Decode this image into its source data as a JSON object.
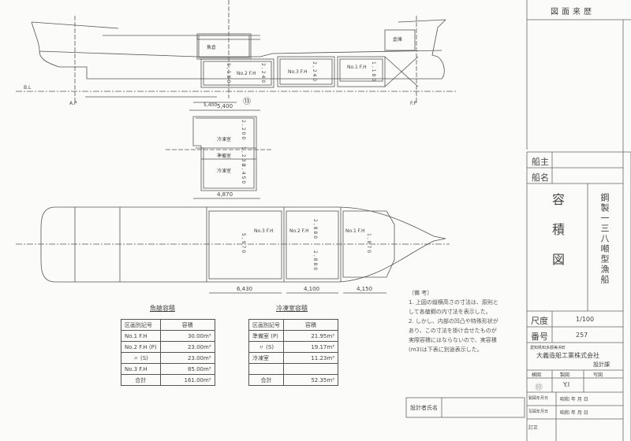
{
  "revision_block": {
    "title": "図面来歴"
  },
  "profile": {
    "labels": {
      "upper_room": "魚倉",
      "fore_store": "倉庫",
      "hold2": "No.2 F.H",
      "hold1": "No.1 F.H",
      "hold3": "No.3 F.H"
    },
    "dims": [
      "1,180",
      "2,240",
      "2,240",
      "1,180"
    ],
    "frame_span": "5,400",
    "section_mark": "⑬",
    "markers": {
      "ap": "A.P",
      "fp": "F.P",
      "bl": "B.L"
    }
  },
  "section": {
    "top_width": "5,400",
    "bottom_width": "4,870",
    "heights": [
      "2,200",
      "1,230",
      "2,450"
    ],
    "labels": [
      "冷凍室",
      "準備室",
      "冷凍室"
    ]
  },
  "plan": {
    "labels": [
      "No.3 F.H",
      "No.2 F.H",
      "No.1 F.H"
    ],
    "dims": [
      "5,970",
      "2,880",
      "2,880",
      "1,870"
    ],
    "spans": [
      "6,430",
      "4,100",
      "4,150"
    ]
  },
  "fish_hold_table": {
    "title": "魚艙容積",
    "headers": [
      "区画別記号",
      "容積"
    ],
    "rows": [
      [
        "No.1 F.H",
        "30.00m³"
      ],
      [
        "No.2 F.H (P)",
        "23.00m³"
      ],
      [
        "〃 (S)",
        "23.00m³"
      ],
      [
        "No.3 F.H",
        "85.00m³"
      ],
      [
        "合計",
        "161.00m³"
      ]
    ]
  },
  "cold_room_table": {
    "title": "冷凍室容積",
    "headers": [
      "区画別記号",
      "容積"
    ],
    "rows": [
      [
        "準備室 (P)",
        "21.95m³"
      ],
      [
        "〃 (S)",
        "19.17m³"
      ],
      [
        "冷凍室",
        "11.23m³"
      ],
      [
        "",
        ""
      ],
      [
        "合計",
        "52.35m³"
      ]
    ]
  },
  "notes": {
    "heading": "〔備 考〕",
    "items": [
      "1. 上図の縦横高さの寸法は、原則として各艙鋼の内寸法を表示した。",
      "2. しかし、内部の凹凸や特殊形状があり、この寸法を掛け合せたものが実際容積にはならないので、実容積(m3)は下表に別途表示した。"
    ]
  },
  "designer_box": {
    "label": "設計者氏名"
  },
  "title_block": {
    "owner_label": "船主",
    "ship_name_label": "船名",
    "drawing_title": "容積図",
    "ship_type": "鋼製一三八噸型漁船",
    "scale_label": "尺度",
    "scale_value": "1/100",
    "number_label": "番号",
    "number_value": "257",
    "company_sub": "愛知県知多郡美浜町",
    "company": "大義造船工業株式会社",
    "dept": "設計課",
    "sign_headers": [
      "検図",
      "製図",
      "写図"
    ],
    "sign_values": [
      "㊞",
      "Y.I",
      ""
    ],
    "dates": [
      {
        "label": "製図年月日",
        "value": "昭和 年 月 日"
      },
      {
        "label": "写図年月日",
        "value": "昭和 年 月 日"
      },
      {
        "label": "訂正",
        "value": ""
      }
    ]
  }
}
